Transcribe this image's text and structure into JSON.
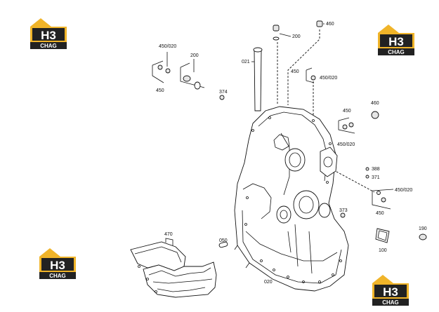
{
  "logo": {
    "mark": "H3",
    "text": "CHAG",
    "color": "#f0b429",
    "dark": "#222222"
  },
  "callouts": {
    "c450_020_tl": "450/020",
    "c200_tl": "200",
    "c450_tl": "450",
    "c374": "374",
    "c021": "021",
    "c200_top": "200",
    "c460_top": "460",
    "c450_mid": "450",
    "c450_020_mid": "450/020",
    "c460_r": "460",
    "c450_r": "450",
    "c450_020_r": "450/020",
    "c388": "388",
    "c371": "371",
    "c450_020_lr": "450/020",
    "c450_lr": "450",
    "c373": "373",
    "c190": "190",
    "c100": "100",
    "c470": "470",
    "c050": "050",
    "c020": "020"
  }
}
